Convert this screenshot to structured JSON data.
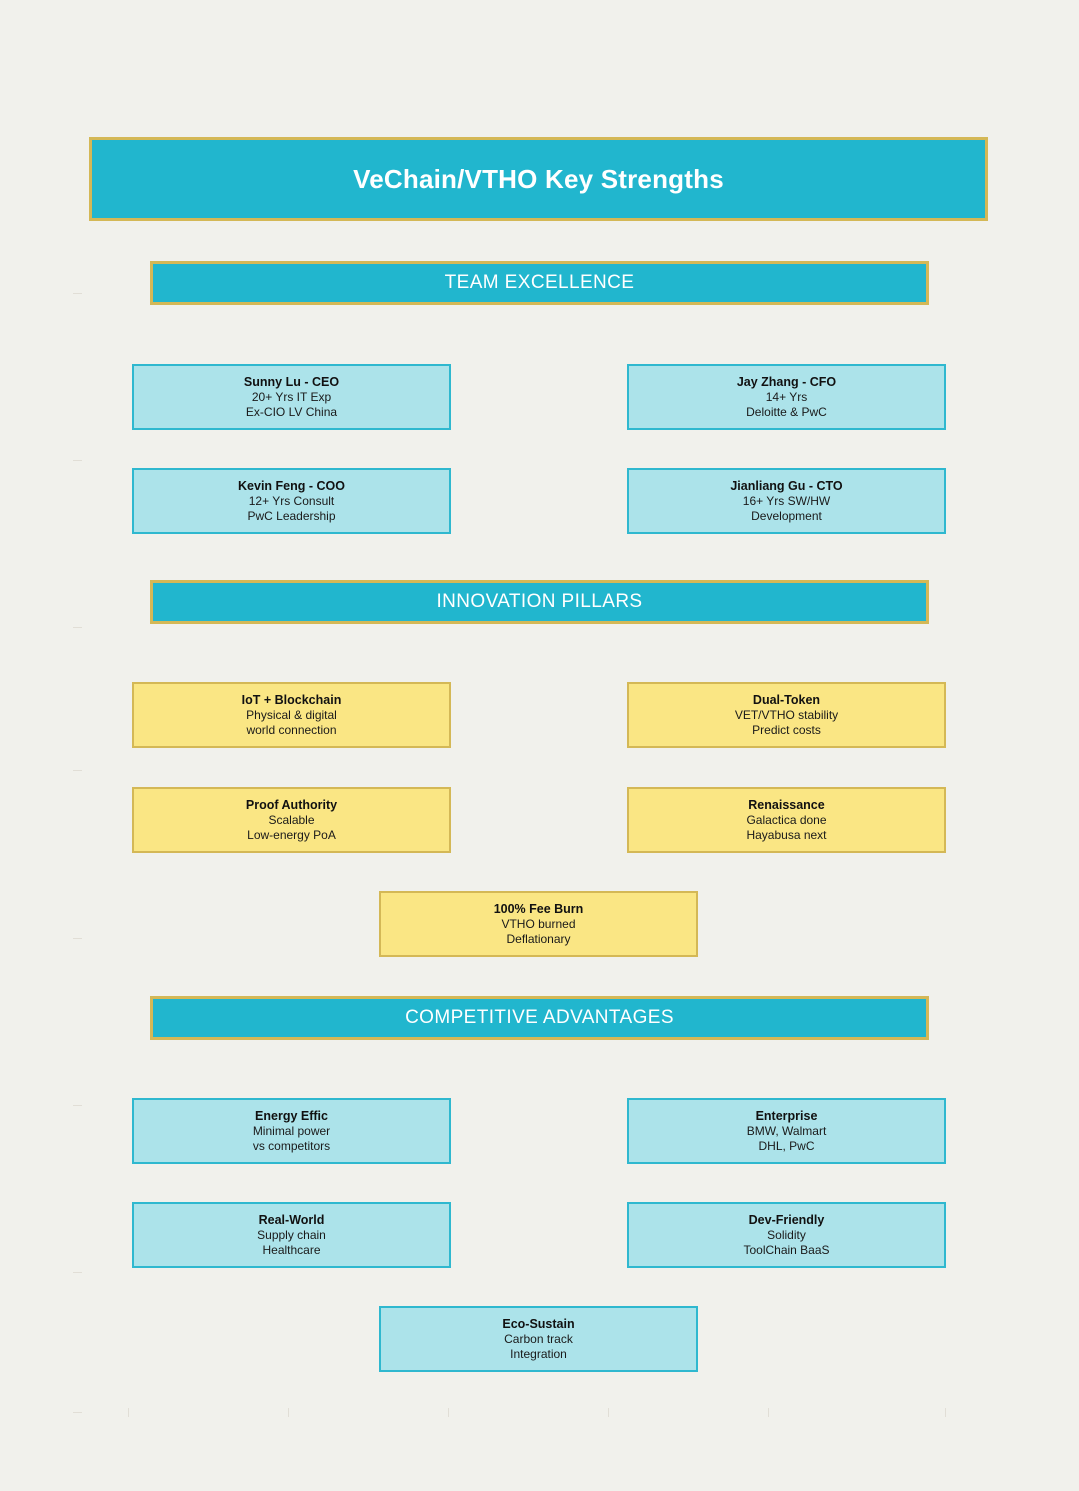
{
  "figure": {
    "background_color": "#f1f1ec",
    "title": "VeChain/VTHO Key Strengths"
  },
  "palette": {
    "banner_fill": "#21b6ce",
    "banner_border": "#d4b856",
    "blue_card_fill": "#ace3ea",
    "blue_card_border": "#2fb8cf",
    "yellow_card_fill": "#fae684",
    "yellow_card_border": "#d4b856",
    "banner_text": "#ffffff",
    "card_text": "#111111"
  },
  "sections": [
    {
      "id": "team-excellence",
      "heading": "TEAM EXCELLENCE",
      "card_style": "blue",
      "cards": [
        {
          "title": "Sunny Lu - CEO",
          "line1": "20+ Yrs IT Exp",
          "line2": "Ex-CIO LV China"
        },
        {
          "title": "Jay Zhang - CFO",
          "line1": "14+ Yrs",
          "line2": "Deloitte & PwC"
        },
        {
          "title": "Kevin Feng - COO",
          "line1": "12+ Yrs Consult",
          "line2": "PwC Leadership"
        },
        {
          "title": "Jianliang Gu - CTO",
          "line1": "16+ Yrs SW/HW",
          "line2": "Development"
        }
      ]
    },
    {
      "id": "innovation-pillars",
      "heading": "INNOVATION PILLARS",
      "card_style": "yellow",
      "cards": [
        {
          "title": "IoT + Blockchain",
          "line1": "Physical & digital",
          "line2": "world connection"
        },
        {
          "title": "Dual-Token",
          "line1": "VET/VTHO stability",
          "line2": "Predict costs"
        },
        {
          "title": "Proof Authority",
          "line1": "Scalable",
          "line2": "Low-energy PoA"
        },
        {
          "title": "Renaissance",
          "line1": "Galactica done",
          "line2": "Hayabusa next"
        },
        {
          "title": "100% Fee Burn",
          "line1": "VTHO burned",
          "line2": "Deflationary"
        }
      ]
    },
    {
      "id": "competitive-advantages",
      "heading": "COMPETITIVE ADVANTAGES",
      "card_style": "blue",
      "cards": [
        {
          "title": "Energy Effic",
          "line1": "Minimal power",
          "line2": "vs competitors"
        },
        {
          "title": "Enterprise",
          "line1": "BMW, Walmart",
          "line2": "DHL, PwC"
        },
        {
          "title": "Real-World",
          "line1": "Supply chain",
          "line2": "Healthcare"
        },
        {
          "title": "Dev-Friendly",
          "line1": "Solidity",
          "line2": "ToolChain BaaS"
        },
        {
          "title": "Eco-Sustain",
          "line1": "Carbon track",
          "line2": "Integration"
        }
      ]
    }
  ]
}
